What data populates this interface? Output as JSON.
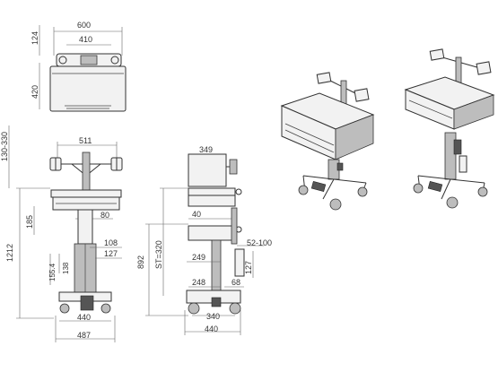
{
  "dimensions": {
    "top_view": {
      "width_overall": "600",
      "width_inner": "410",
      "depth_front": "124",
      "depth_body": "420"
    },
    "front_view": {
      "monitor_span": "511",
      "monitor_height": "130-330",
      "total_height": "1212",
      "tray_height": "185",
      "drawer_depth": "80",
      "column_a": "108",
      "column_b": "127",
      "column_c": "138",
      "column_d": "155.4",
      "base_inner": "440",
      "base_outer": "487"
    },
    "side_view": {
      "top_width": "349",
      "shelf_gap": "40",
      "height_total": "892",
      "height_st": "ST=320",
      "tray_range": "52-100",
      "post_offset": "249",
      "post_height": "127",
      "base_inner": "248",
      "foot": "68",
      "wheel_span": "340",
      "base_outer": "440"
    }
  },
  "colors": {
    "line": "#333333",
    "dimension": "#666666",
    "background": "#ffffff"
  }
}
